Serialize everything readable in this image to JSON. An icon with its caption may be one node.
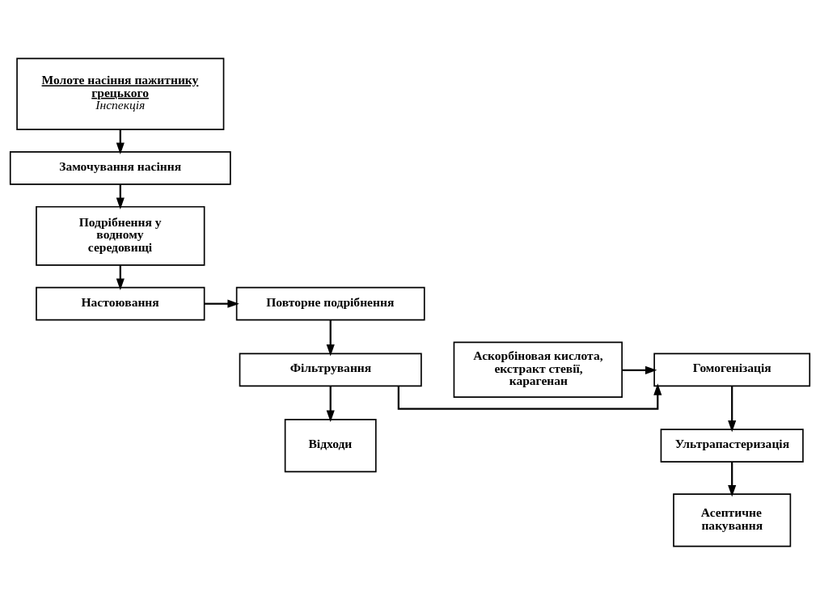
{
  "diagram": {
    "nodes": [
      {
        "text": [
          "Молоте насіння пажитнику грецького",
          "Інспекція"
        ]
      },
      {
        "text": [
          "Замочування насіння"
        ]
      },
      {
        "text": [
          "Подрібнення у водному середовищі"
        ]
      },
      {
        "text": [
          "Настоювання"
        ]
      },
      {
        "text": [
          "Повторне подрібнення"
        ]
      },
      {
        "text": [
          "Фільтрування"
        ]
      },
      {
        "text": [
          "Аскорбіновая кислота, екстракт стевії, карагенан"
        ]
      },
      {
        "text": [
          "Гомогенізація"
        ]
      },
      {
        "text": [
          "Відходи"
        ]
      },
      {
        "text": [
          "Ультрапастеризація"
        ]
      },
      {
        "text": [
          "Асептичне пакування"
        ]
      }
    ],
    "edges": [
      {
        "from": 0,
        "to": 1,
        "arrow": "to"
      },
      {
        "from": 1,
        "to": 2,
        "arrow": "to"
      },
      {
        "from": 2,
        "to": 3,
        "arrow": "to"
      },
      {
        "from": 3,
        "to": 4,
        "arrow": "to"
      },
      {
        "from": 4,
        "to": 5,
        "arrow": "to"
      },
      {
        "from": 5,
        "to": 7,
        "arrow": "to"
      },
      {
        "from": 6,
        "to": 7,
        "arrow": "to"
      },
      {
        "from": 5,
        "to": 8,
        "arrow": "to"
      },
      {
        "from": 7,
        "to": 9,
        "arrow": "to"
      },
      {
        "from": 9,
        "to": 10,
        "arrow": "to"
      }
    ]
  }
}
